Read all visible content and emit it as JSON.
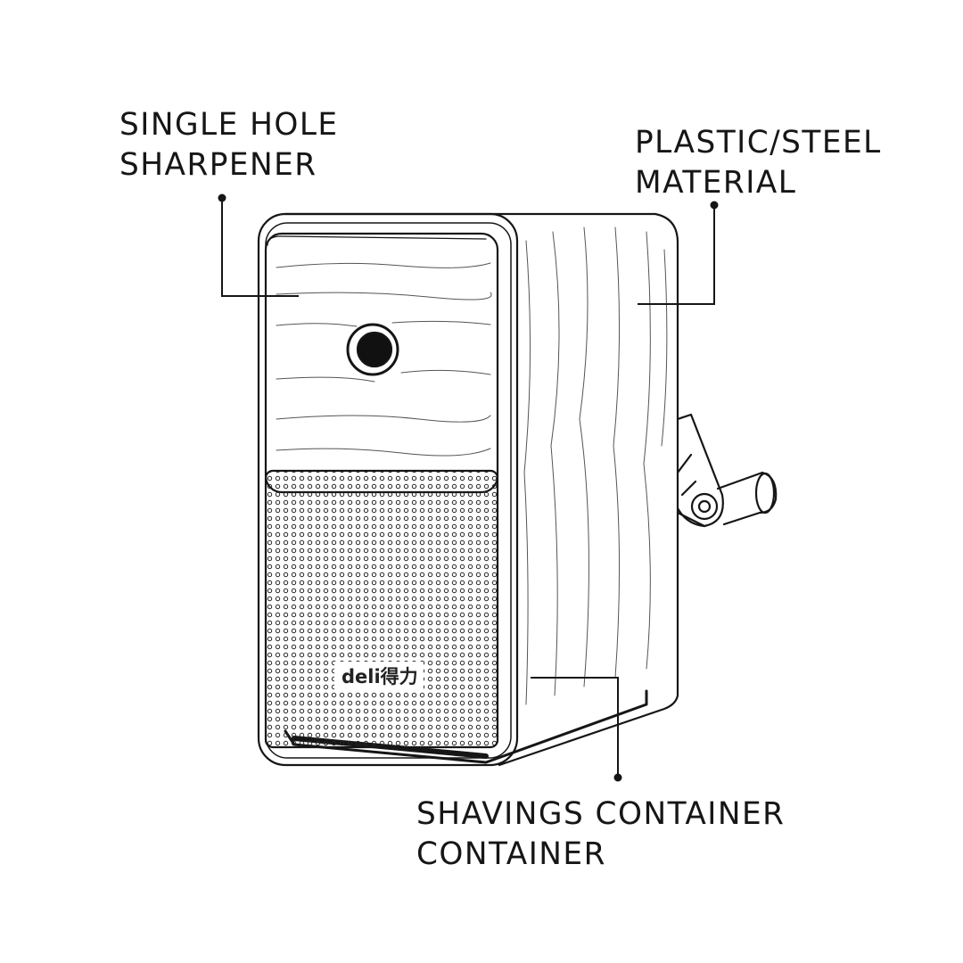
{
  "callouts": [
    {
      "id": "single-hole",
      "lines": [
        "SINGLE HOLE",
        "SHARPENER"
      ]
    },
    {
      "id": "material",
      "lines": [
        "PLASTIC/STEEL",
        "MATERIAL"
      ]
    },
    {
      "id": "shavings",
      "lines": [
        "SHAVINGS CONTAINER",
        "CONTAINER"
      ]
    }
  ],
  "product": {
    "brand_logo": "deli得力"
  },
  "colors": {
    "ink": "#161616",
    "background": "#ffffff"
  }
}
